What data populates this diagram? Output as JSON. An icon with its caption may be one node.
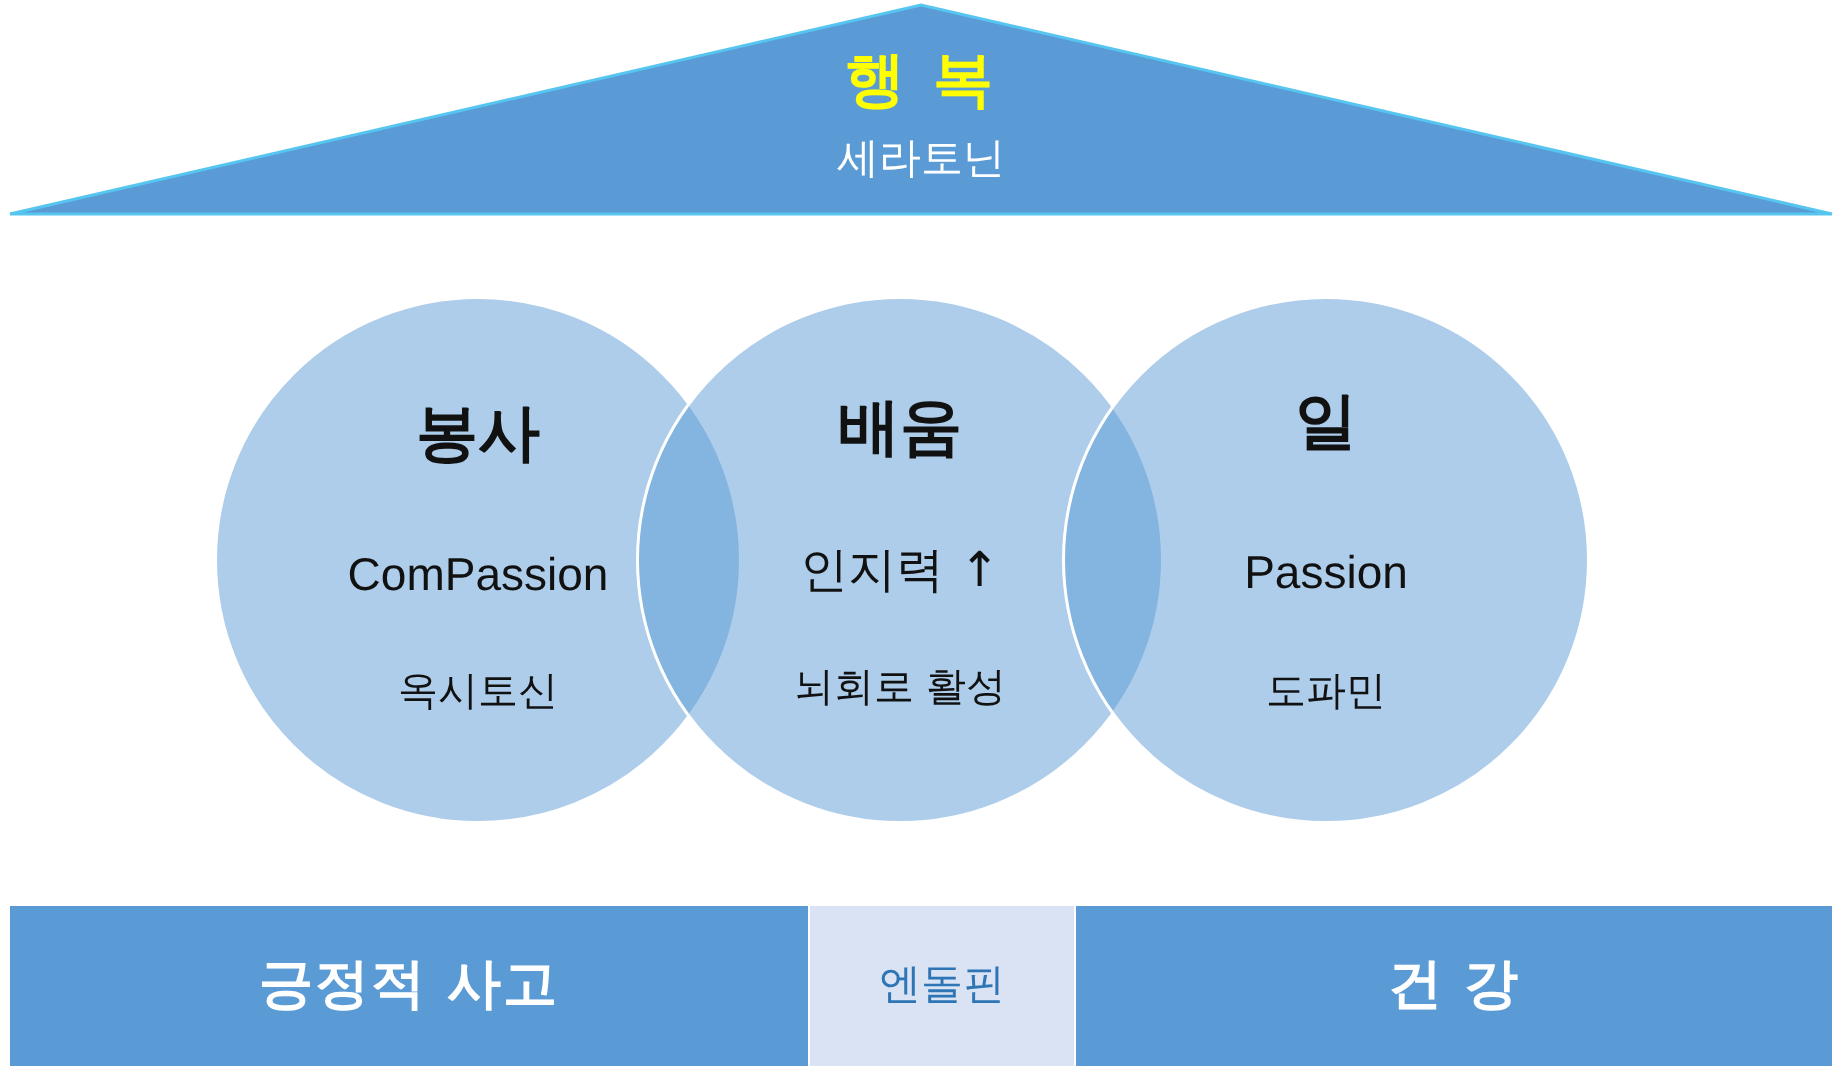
{
  "diagram": {
    "nodes": [
      {
        "text": [
          "행 복",
          "세라토닌"
        ]
      },
      {
        "text": [
          "봉사",
          "ComPassion",
          "옥시토신"
        ]
      },
      {
        "text": [
          "배움",
          "인지력 ↑",
          "뇌회로 활성"
        ]
      },
      {
        "text": [
          "일",
          "Passion",
          "도파민"
        ]
      },
      {
        "text": [
          "긍정적 사고"
        ]
      },
      {
        "text": [
          "엔돌핀"
        ]
      },
      {
        "text": [
          "건 강"
        ]
      }
    ]
  }
}
